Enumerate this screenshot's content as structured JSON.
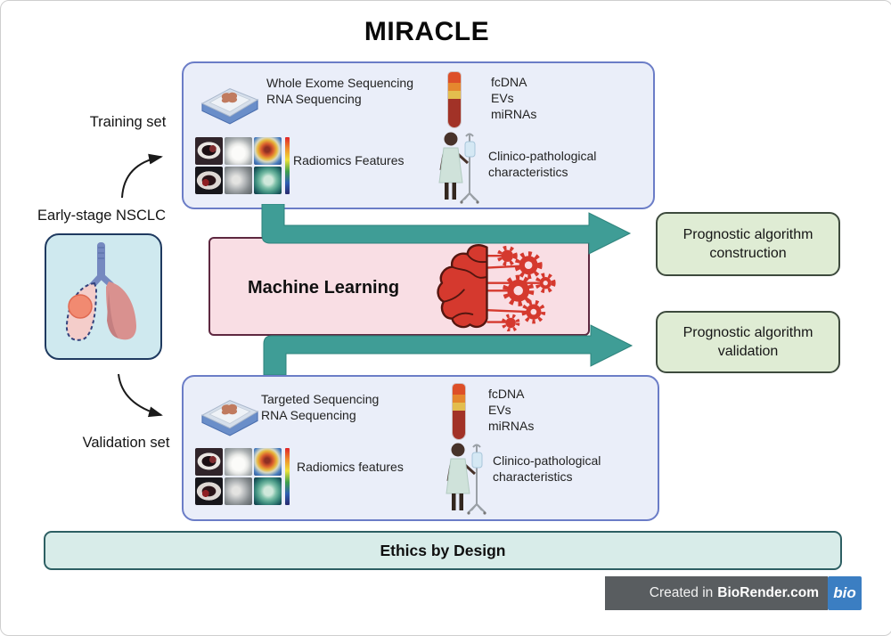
{
  "title": "MIRACLE",
  "side_labels": {
    "training": "Training set",
    "early_stage": "Early-stage NSCLC",
    "validation": "Validation set"
  },
  "training_box": {
    "sequencing": {
      "line1": "Whole Exome Sequencing",
      "line2": "RNA Sequencing"
    },
    "blood": [
      "fcDNA",
      "EVs",
      "miRNAs"
    ],
    "radiomics": "Radiomics Features",
    "clinico": {
      "line1": "Clinico-pathological",
      "line2": "characteristics"
    }
  },
  "validation_box": {
    "sequencing": {
      "line1": "Targeted Sequencing",
      "line2": "RNA Sequencing"
    },
    "blood": [
      "fcDNA",
      "EVs",
      "miRNAs"
    ],
    "radiomics": "Radiomics features",
    "clinico": {
      "line1": "Clinico-pathological",
      "line2": "characteristics"
    }
  },
  "ml_box": {
    "label": "Machine Learning"
  },
  "outcomes": {
    "construction": {
      "line1": "Prognostic algorithm",
      "line2": "construction"
    },
    "validation": {
      "line1": "Prognostic algorithm",
      "line2": "validation"
    }
  },
  "ethics": {
    "label": "Ethics by Design"
  },
  "watermark": {
    "prefix": "Created in",
    "brand": "BioRender.com",
    "logo_text": "bio"
  },
  "colors": {
    "panel_bg": "#eaeef9",
    "panel_border": "#6b7dc7",
    "ml_bg": "#f9dee4",
    "ml_border": "#5e2840",
    "arrow": "#3f9d96",
    "outcome_bg": "#dfecd4",
    "outcome_border": "#3d4a3d",
    "ethics_bg": "#d8ece9",
    "ethics_border": "#2d5f63",
    "nsclc_bg": "#cfe9ef",
    "nsclc_border": "#1f3a60",
    "icon_red": "#d5392e",
    "wm_bg": "#595d60",
    "wm_logo_bg": "#3b7ec2"
  }
}
